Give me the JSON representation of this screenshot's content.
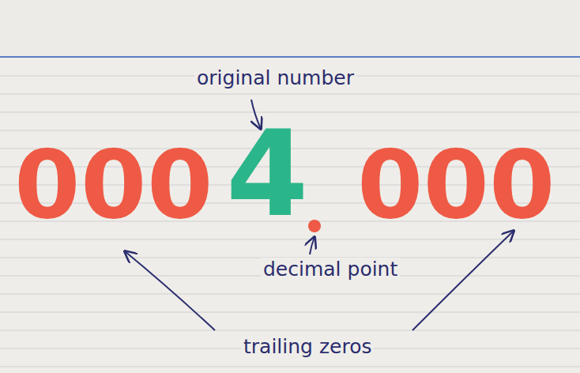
{
  "diagram": {
    "labels": [
      "original number",
      "000",
      "4",
      "000",
      "decimal point",
      "trailing zeros"
    ]
  }
}
